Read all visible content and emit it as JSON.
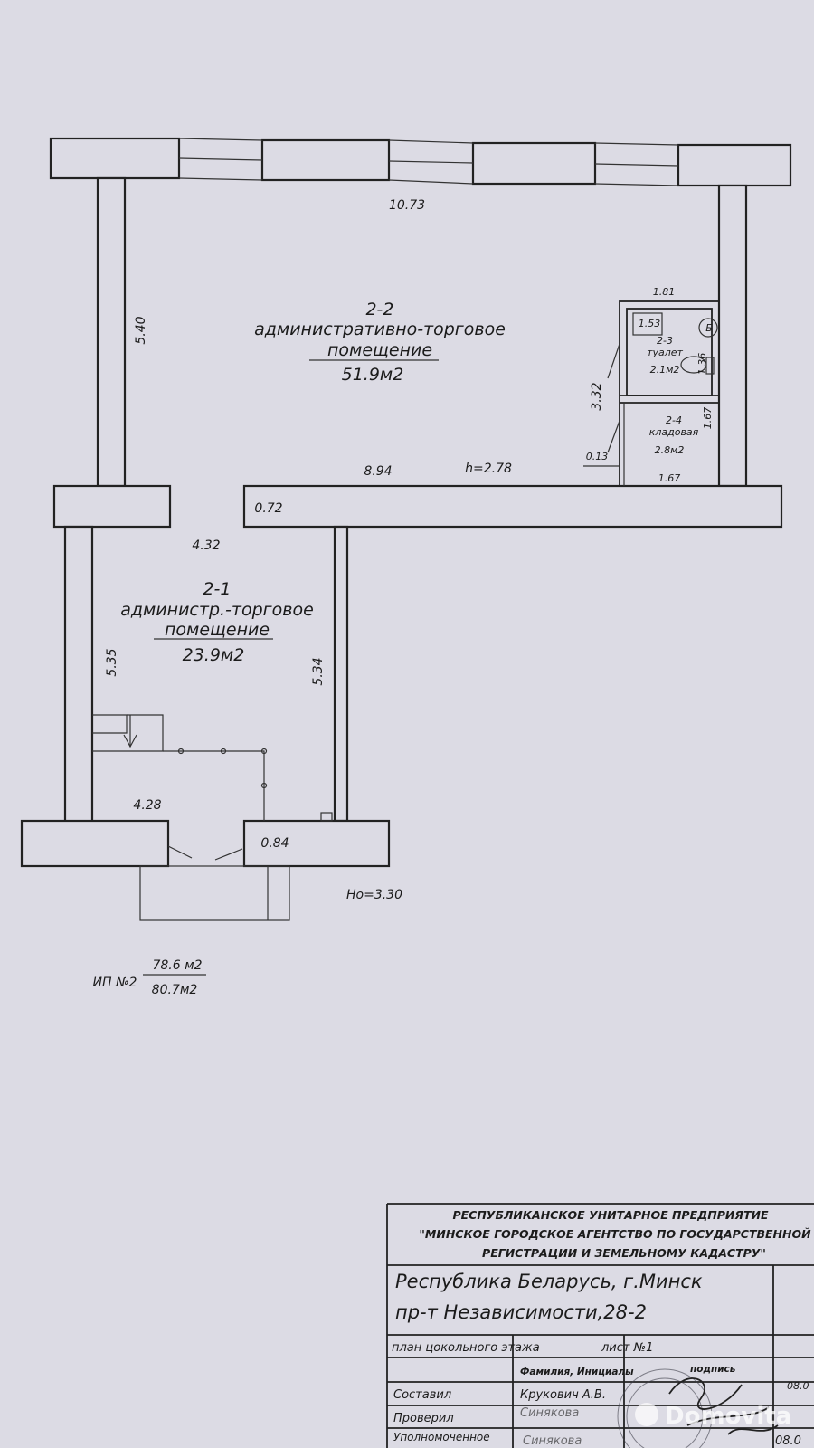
{
  "rooms": {
    "r22": {
      "number": "2-2",
      "name_line1": "административно-торговое",
      "name_line2": "помещение",
      "area": "51.9м2"
    },
    "r21": {
      "number": "2-1",
      "name_line1": "администр.-торговое",
      "name_line2": "помещение",
      "area": "23.9м2"
    },
    "r23": {
      "number": "2-3",
      "name": "туалет",
      "area": "2.1м2"
    },
    "r24": {
      "number": "2-4",
      "name": "кладовая",
      "area": "2.8м2"
    }
  },
  "dimensions": {
    "top_width": "10.73",
    "left_height_upper": "5.40",
    "wc_width": "1.81",
    "wc_inner": "1.53",
    "wc_height": "1.36",
    "closet_side": "3.32",
    "closet_height": "1.67",
    "closet_width": "1.67",
    "door_offset": "0.13",
    "mid_width": "8.94",
    "ceiling_height": "h=2.78",
    "wall_thickness": "0.72",
    "lower_top_width": "4.32",
    "lower_left_height": "5.35",
    "lower_right_height": "5.34",
    "lower_bottom_width": "4.28",
    "entrance_width": "0.84",
    "floor_level": "Hо=3.30"
  },
  "markers": {
    "boiler": "Б"
  },
  "summary": {
    "label": "ИП №2",
    "area_primary": "78.6 м2",
    "area_total": "80.7м2"
  },
  "title_block": {
    "org_line1": "РЕСПУБЛИКАНСКОЕ УНИТАРНОЕ ПРЕДПРИЯТИЕ",
    "org_line2": "\"МИНСКОЕ ГОРОДСКОЕ АГЕНТСТВО ПО ГОСУДАРСТВЕННОЙ",
    "org_line3": "РЕГИСТРАЦИИ И ЗЕМЕЛЬНОМУ КАДАСТРУ\"",
    "address_line1": "Республика Беларусь,  г.Минск",
    "address_line2": "пр-т Независимости,28-2",
    "plan_name": "план цокольного этажа",
    "sheet": "лист  №1",
    "header_name": "Фамилия, Инициалы",
    "header_sign": "подпись",
    "row1_role": "Составил",
    "row1_name": "Крукович А.В.",
    "row1_date": "08.0",
    "row2_role": "Проверил",
    "row2_name": "Синякова",
    "row3_role": "Уполномоченное",
    "row3_name": "Синякова",
    "row3_date": "08.0"
  },
  "watermark": "Domovita"
}
